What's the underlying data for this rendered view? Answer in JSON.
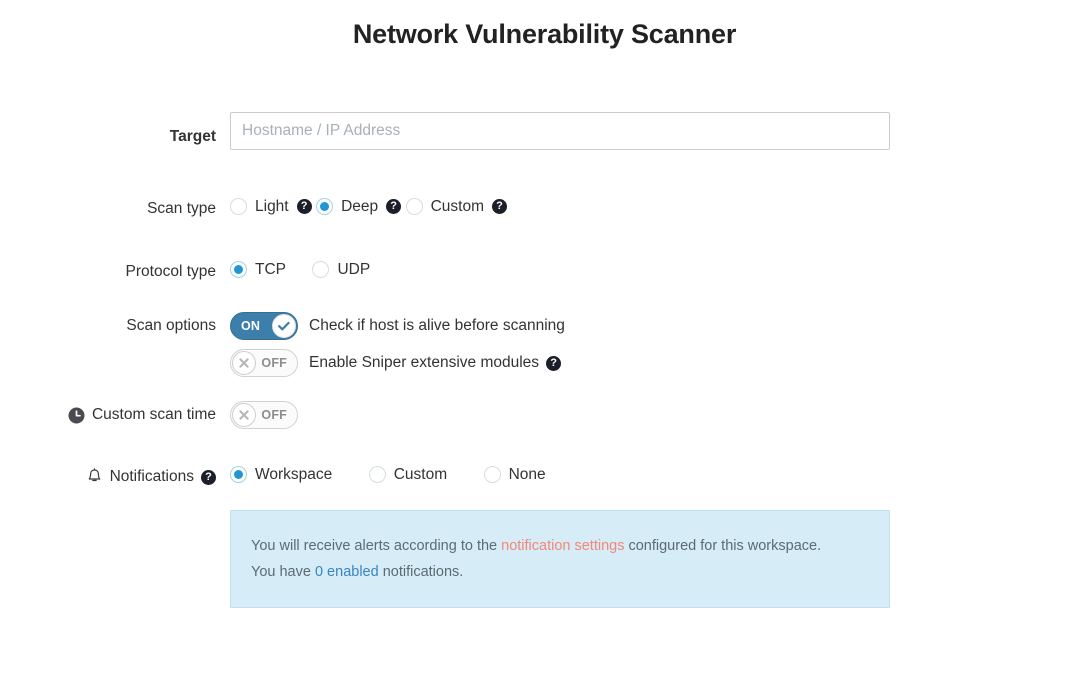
{
  "page": {
    "title": "Network Vulnerability Scanner"
  },
  "target": {
    "label": "Target",
    "placeholder": "Hostname / IP Address",
    "value": ""
  },
  "scan_type": {
    "label": "Scan type",
    "selected": "Deep",
    "options": [
      {
        "label": "Light",
        "selected": false,
        "help": "?"
      },
      {
        "label": "Deep",
        "selected": true,
        "help": "?"
      },
      {
        "label": "Custom",
        "selected": false,
        "help": "?"
      }
    ]
  },
  "protocol_type": {
    "label": "Protocol type",
    "selected": "TCP",
    "options": [
      {
        "label": "TCP",
        "selected": true
      },
      {
        "label": "UDP",
        "selected": false
      }
    ]
  },
  "scan_options": {
    "label": "Scan options",
    "items": [
      {
        "text": "Check if host is alive before scanning",
        "state": "ON",
        "state_label": "ON",
        "help": null
      },
      {
        "text": "Enable Sniper extensive modules",
        "state": "OFF",
        "state_label": "OFF",
        "help": "?"
      }
    ]
  },
  "custom_scan_time": {
    "label": "Custom scan time",
    "icon": "clock-icon",
    "state": "OFF",
    "state_label": "OFF"
  },
  "notifications": {
    "label": "Notifications",
    "icon": "bell-icon",
    "help": "?",
    "selected": "Workspace",
    "options": [
      {
        "label": "Workspace",
        "selected": true
      },
      {
        "label": "Custom",
        "selected": false
      },
      {
        "label": "None",
        "selected": false
      }
    ],
    "info": {
      "line1_before": "You will receive alerts according to the ",
      "line1_link": "notification settings",
      "line1_after": " configured for this workspace.",
      "line2_before": "You have ",
      "line2_link": "0 enabled",
      "line2_after": " notifications."
    }
  },
  "colors": {
    "accent_blue": "#2196d3",
    "toggle_on": "#3c7fab",
    "info_bg": "#d6ecf6",
    "link_red": "#f4877a",
    "link_blue": "#3b84c4"
  }
}
